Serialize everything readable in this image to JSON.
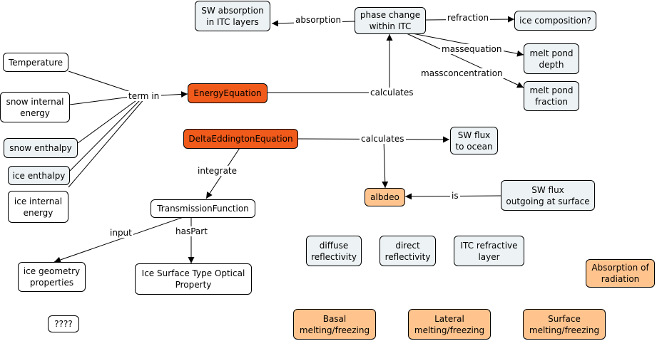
{
  "nodes": {
    "temperature": "Temperature",
    "snow_internal_energy": "snow internal\nenergy",
    "snow_enthalpy": "snow enthalpy",
    "ice_enthalpy": "ice enthalpy",
    "ice_internal_energy": "ice internal\nenergy",
    "energy_equation": "EnergyEquation",
    "sw_absorption": "SW absorption\nin ITC layers",
    "phase_change": "phase change\nwithin ITC",
    "ice_composition": "ice composition?",
    "melt_pond_depth": "melt pond\ndepth",
    "melt_pond_fraction": "melt pond\nfraction",
    "delta_eddington": "DeltaEddingtonEquation",
    "sw_flux_ocean": "SW flux\nto ocean",
    "albedo": "albdeo",
    "sw_flux_outgoing": "SW flux\noutgoing at surface",
    "transmission_function": "TransmissionFunction",
    "ice_geometry": "ice geometry\nproperties",
    "ice_surface_type": "Ice Surface Type Optical\nProperty",
    "diffuse_reflectivity": "diffuse\nreflectivity",
    "direct_reflectivity": "direct\nreflectivity",
    "itc_refractive": "ITC refractive\nlayer",
    "absorption_radiation": "Absorption of\nradiation",
    "unknown": "????",
    "basal_melting": "Basal\nmelting/freezing",
    "lateral_melting": "Lateral\nmelting/freezing",
    "surface_melting": "Surface\nmelting/freezing"
  },
  "edge_labels": {
    "term_in": "term in",
    "calculates_energy": "calculates",
    "absorption": "absorption",
    "refraction": "refraction",
    "massequation": "massequation",
    "massconcentration": "massconcentration",
    "calculates_delta": "calculates",
    "is": "is",
    "integrate": "integrate",
    "input": "input",
    "has_part": "hasPart"
  },
  "colors": {
    "highlight_node": "#f05a1a",
    "peach_node": "#ffc48e",
    "gray_node": "#edf2f4",
    "white_node": "#ffffff",
    "line": "#000000"
  }
}
